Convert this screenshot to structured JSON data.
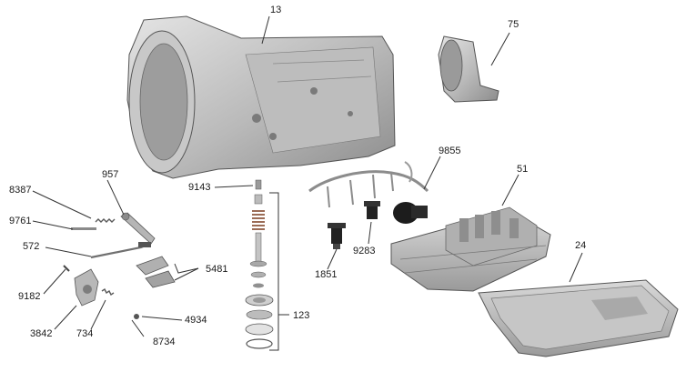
{
  "diagram": {
    "labels": {
      "p13": "13",
      "p75": "75",
      "p957": "957",
      "p8387": "8387",
      "p9761": "9761",
      "p572": "572",
      "p9182": "9182",
      "p3842": "3842",
      "p734": "734",
      "p8734": "8734",
      "p4934": "4934",
      "p5481": "5481",
      "p9143": "9143",
      "p123": "123",
      "p9855": "9855",
      "p51": "51",
      "p1851": "1851",
      "p9283": "9283",
      "p24": "24"
    },
    "colors": {
      "metal_light": "#d6d6d6",
      "metal_mid": "#a8a8a8",
      "metal_dark": "#6e6e6e",
      "leader": "#333333",
      "spring": "#8a4a2a",
      "solenoid": "#1e1e1e"
    }
  }
}
